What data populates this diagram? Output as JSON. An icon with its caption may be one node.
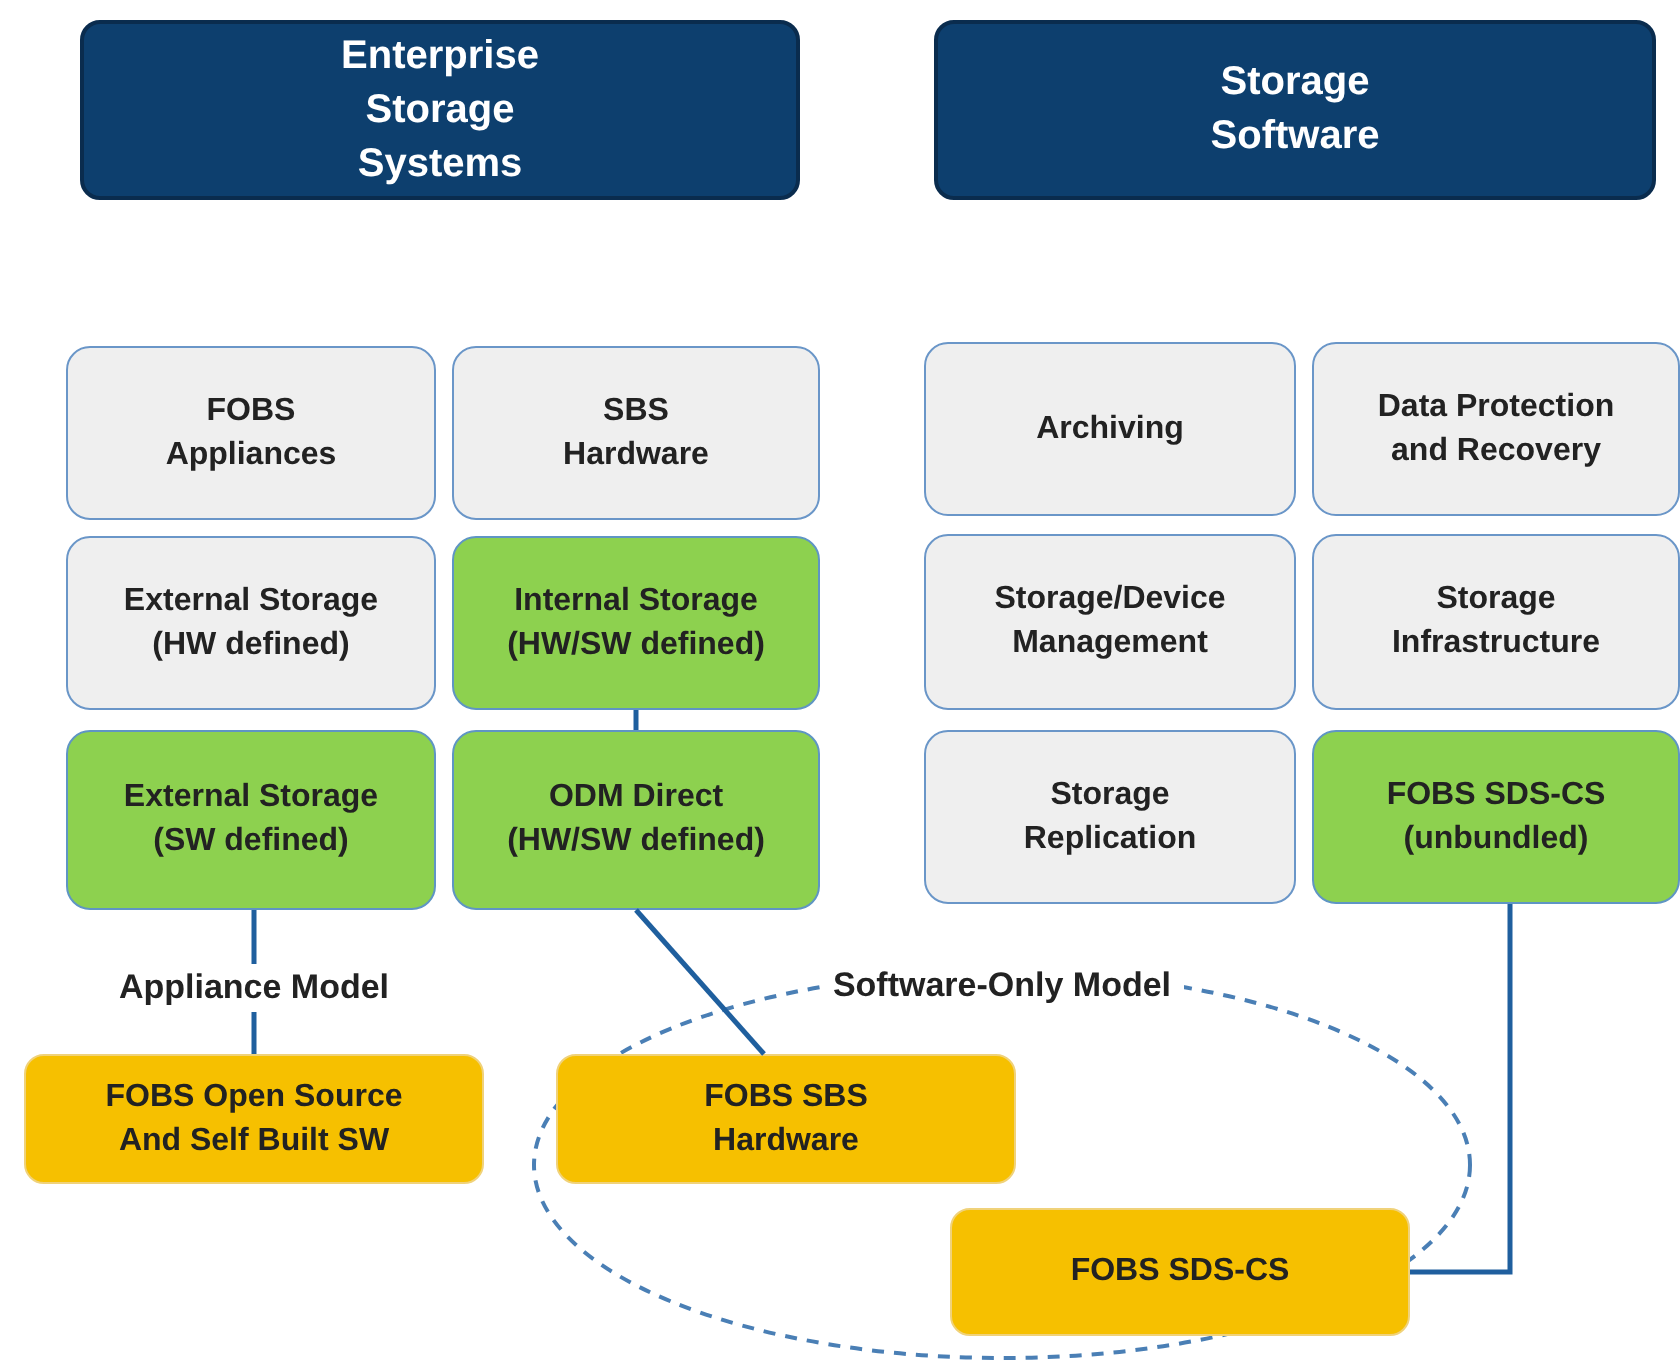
{
  "diagram": {
    "nodes": [
      {
        "text": [
          "Enterprise Storage Systems"
        ]
      },
      {
        "text": [
          "Storage Software"
        ]
      },
      {
        "text": [
          "FOBS Appliances"
        ]
      },
      {
        "text": [
          "SBS Hardware"
        ]
      },
      {
        "text": [
          "External Storage (HW defined)"
        ]
      },
      {
        "text": [
          "Internal Storage (HW/SW defined)"
        ]
      },
      {
        "text": [
          "External Storage (SW defined)"
        ]
      },
      {
        "text": [
          "ODM Direct (HW/SW defined)"
        ]
      },
      {
        "text": [
          "Archiving"
        ]
      },
      {
        "text": [
          "Data Protection and Recovery"
        ]
      },
      {
        "text": [
          "Storage/Device Management"
        ]
      },
      {
        "text": [
          "Storage Infrastructure"
        ]
      },
      {
        "text": [
          "Storage Replication"
        ]
      },
      {
        "text": [
          "FOBS SDS-CS (unbundled)"
        ]
      },
      {
        "text": [
          "FOBS Open Source And Self Built SW"
        ]
      },
      {
        "text": [
          "Software-Only Model"
        ]
      },
      {
        "text": [
          "FOBS SBS Hardware"
        ],
        "in": 15
      },
      {
        "text": [
          "FOBS SDS-CS"
        ],
        "in": 15
      }
    ],
    "edges": [
      {
        "from": 5,
        "to": 7,
        "arrow": "none"
      },
      {
        "from": 6,
        "to": 14,
        "arrow": "none",
        "label": "Appliance Model"
      },
      {
        "from": 7,
        "to": 16,
        "arrow": "none"
      },
      {
        "from": 13,
        "to": 17,
        "arrow": "none"
      }
    ]
  }
}
